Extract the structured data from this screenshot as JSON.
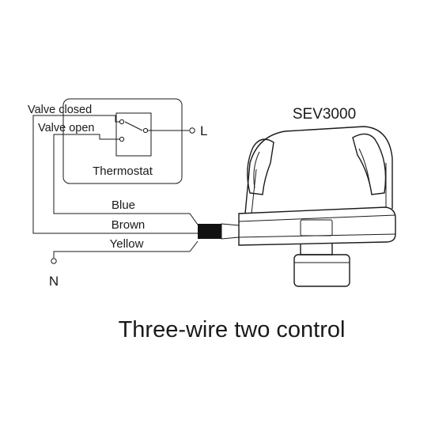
{
  "diagram": {
    "title": "Three-wire two control",
    "device_model": "SEV3000",
    "thermostat": {
      "label": "Thermostat",
      "valve_closed": "Valve closed",
      "valve_open": "Valve open",
      "live_terminal": "L"
    },
    "wires": {
      "blue": "Blue",
      "brown": "Brown",
      "yellow": "Yellow"
    },
    "neutral_terminal": "N"
  }
}
